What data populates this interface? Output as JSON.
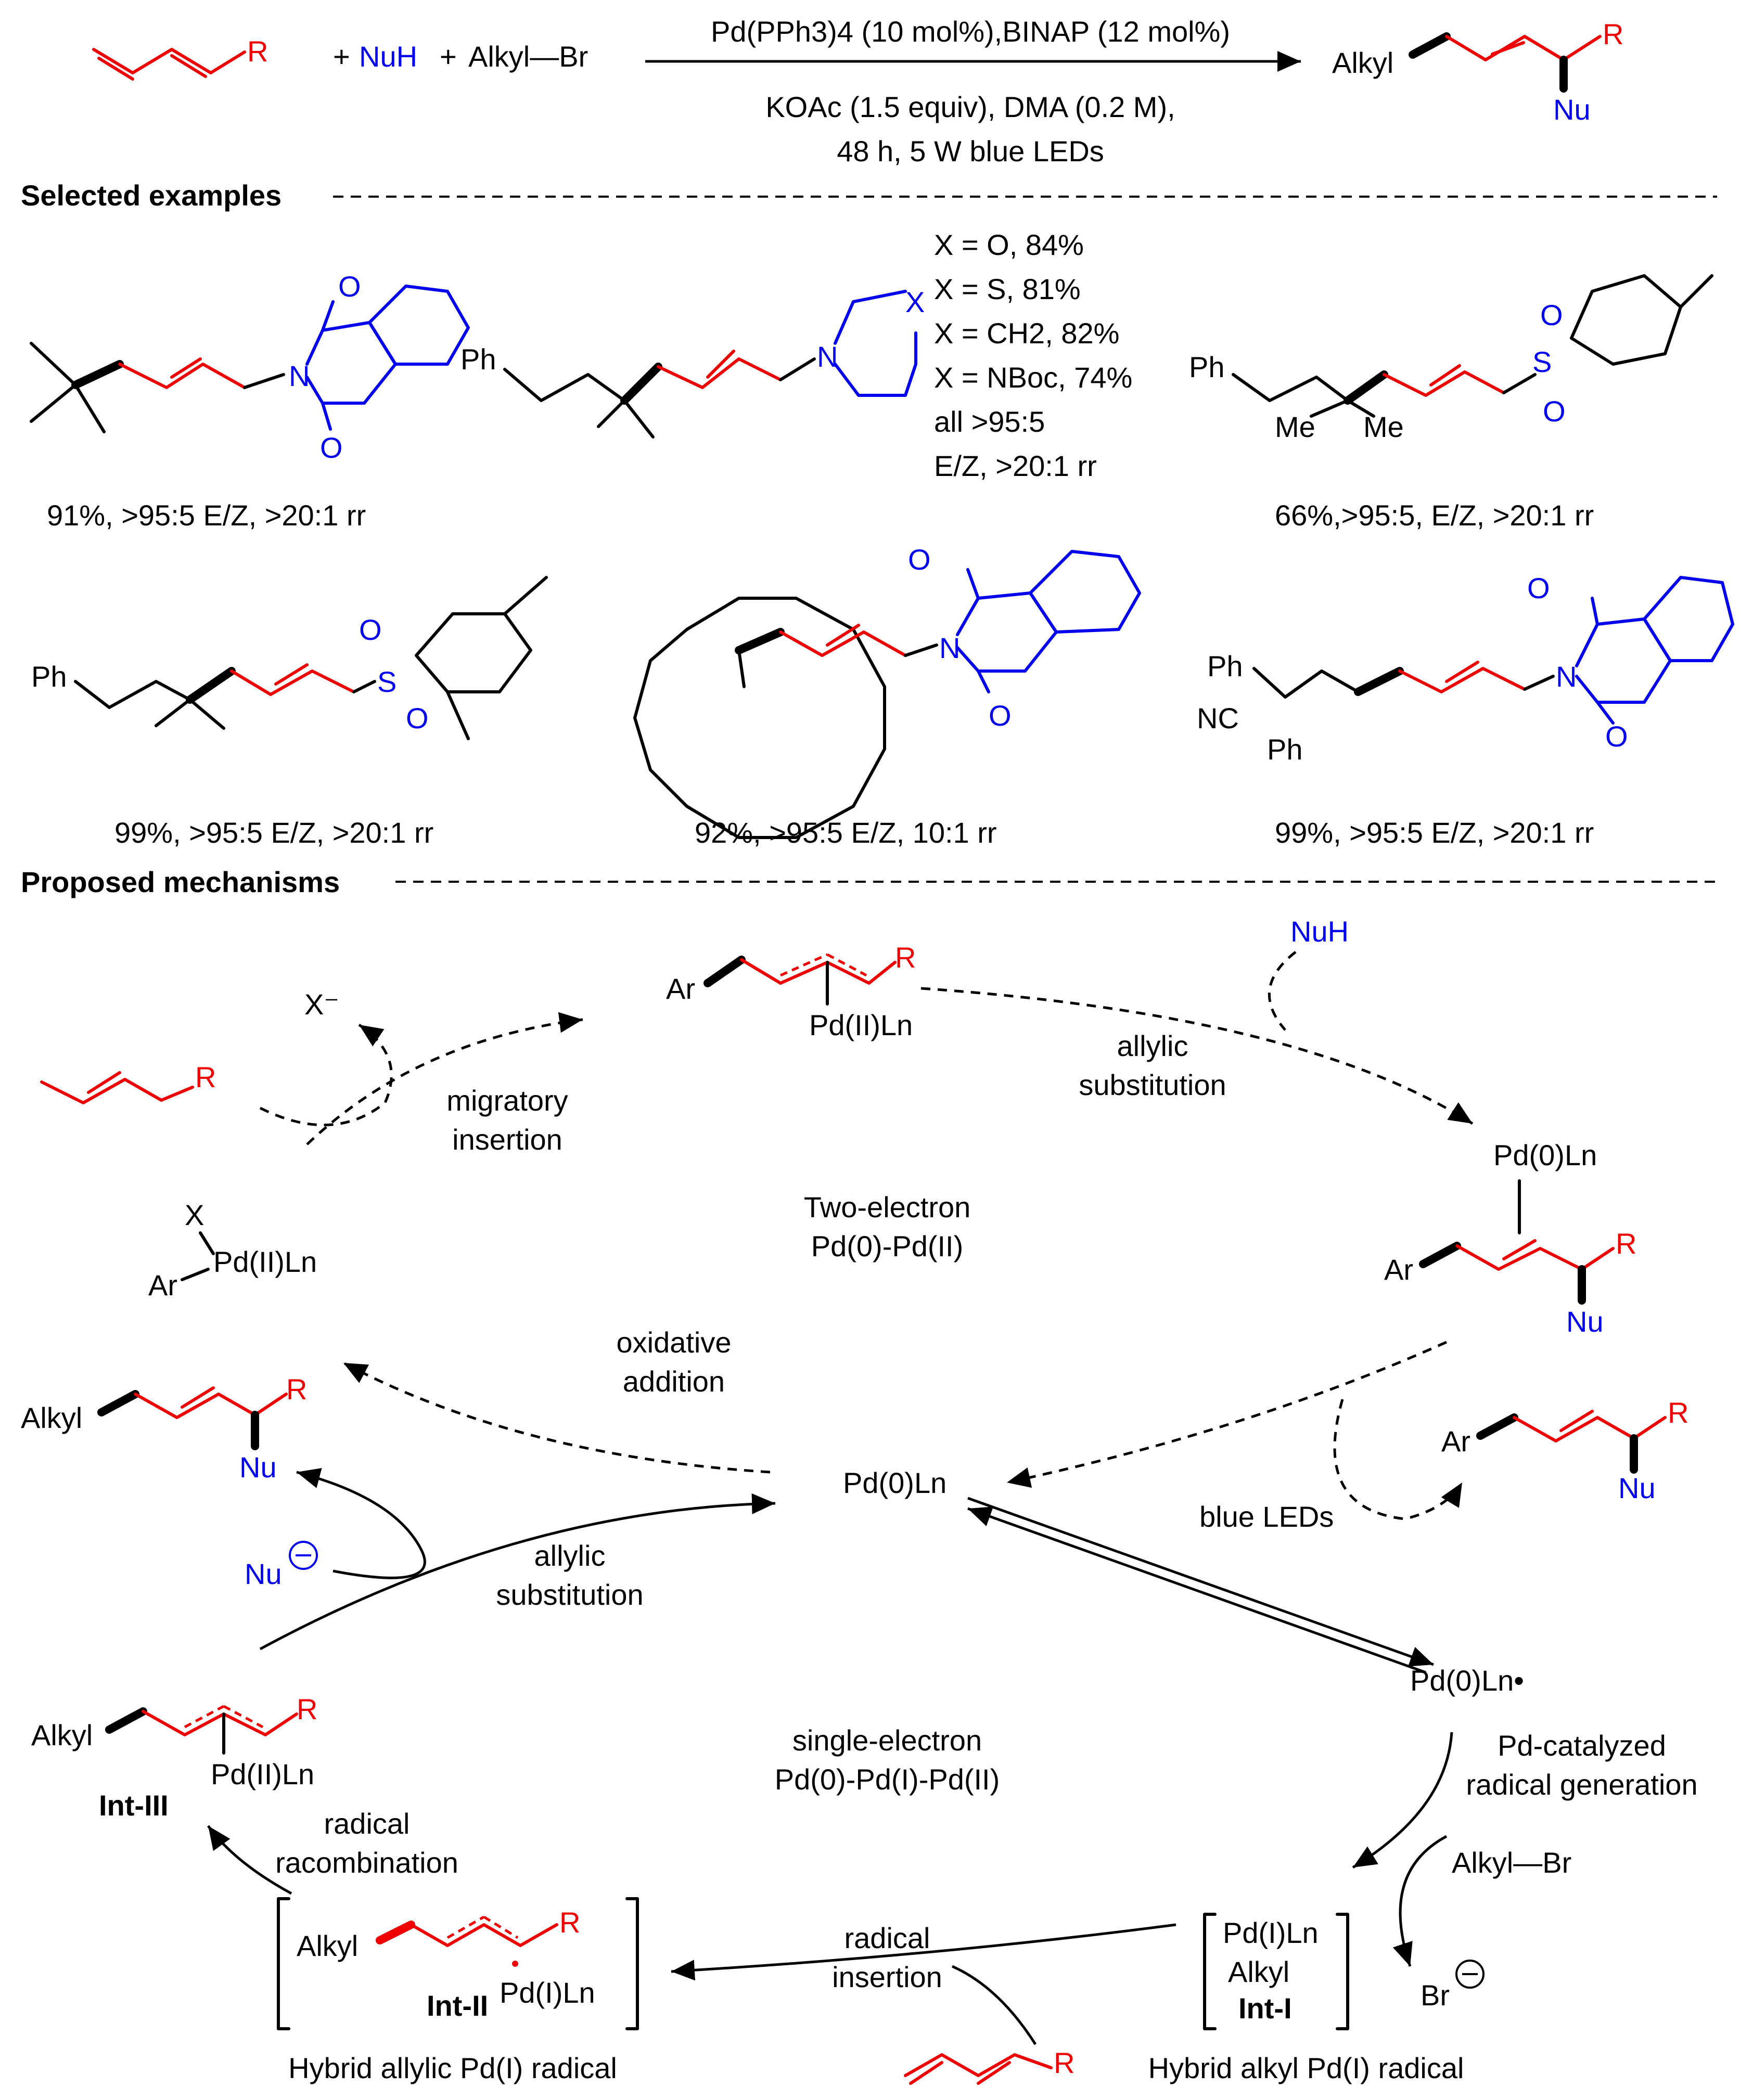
{
  "reaction": {
    "plus1": "+",
    "nuh": "NuH",
    "plus2": "+",
    "alkyl_br": "Alkyl—Br",
    "cond_line1": "Pd(PPh3)4 (10 mol%),BINAP (12 mol%)",
    "cond_line2": "KOAc (1.5 equiv), DMA (0.2 M),",
    "cond_line3": "48 h, 5 W blue LEDs",
    "r": "R",
    "product_alkyl": "Alkyl",
    "product_r": "R",
    "product_nu": "Nu"
  },
  "examples": {
    "header": "Selected examples",
    "ex1_yield": "91%, >95:5 E/Z, >20:1 rr",
    "ex2_notes": [
      "X = O, 84%",
      "X = S, 81%",
      "X = CH2, 82%",
      "X = NBoc, 74%",
      "all >95:5",
      "E/Z, >20:1 rr"
    ],
    "ex2_ph": "Ph",
    "ex2_n": "N",
    "ex2_x": "X",
    "ex3_ph": "Ph",
    "ex3_me1": "Me",
    "ex3_me2": "Me",
    "ex3_s": "S",
    "ex3_o1": "O",
    "ex3_o2": "O",
    "ex3_yield": "66%,>95:5, E/Z, >20:1 rr",
    "ex4_ph": "Ph",
    "ex4_s": "S",
    "ex4_o1": "O",
    "ex4_o2": "O",
    "ex4_yield": "99%, >95:5 E/Z, >20:1 rr",
    "ex5_yield": "92%, >95:5 E/Z, 10:1 rr",
    "ex6_ph1": "Ph",
    "ex6_nc": "NC",
    "ex6_ph2": "Ph",
    "ex6_yield": "99%, >95:5 E/Z, >20:1 rr",
    "phth_n": "N",
    "phth_o": "O"
  },
  "mechanism": {
    "header": "Proposed mechanisms",
    "x_minus": "X⁻",
    "ar_allyl_ar": "Ar",
    "ar_allyl_r": "R",
    "ar_allyl_pd": "Pd(II)Ln",
    "nuh": "NuH",
    "allylic_sub_top": [
      "allylic",
      "substitution"
    ],
    "alkene_r": "R",
    "migratory": [
      "migratory",
      "insertion"
    ],
    "pd0_complex": "Pd(0)Ln",
    "complex_ar": "Ar",
    "complex_r": "R",
    "complex_nu": "Nu",
    "two_electron": [
      "Two-electron",
      "Pd(0)-Pd(II)"
    ],
    "arpdx_x": "X",
    "arpdx_ar": "Ar",
    "arpdx_pd": "Pd(II)Ln",
    "oxidative": [
      "oxidative",
      "addition"
    ],
    "left_product_alkyl": "Alkyl",
    "left_product_r": "R",
    "left_product_nu": "Nu",
    "pd0_center": "Pd(0)Ln",
    "right_product_ar": "Ar",
    "right_product_r": "R",
    "right_product_nu": "Nu",
    "nu_anion": "Nu",
    "allylic_sub_bottom": [
      "allylic",
      "substitution"
    ],
    "blue_leds": "blue LEDs",
    "pd0_excited": "Pd(0)Ln•",
    "int3_alkyl": "Alkyl",
    "int3_r": "R",
    "int3_pd": "Pd(II)Ln",
    "int3_label": "Int-III",
    "single_electron": [
      "single-electron",
      "Pd(0)-Pd(I)-Pd(II)"
    ],
    "pd_radical_gen": [
      "Pd-catalyzed",
      "radical generation"
    ],
    "radical_recomb": [
      "radical",
      "racombination"
    ],
    "alkyl_br": "Alkyl—Br",
    "int2_alkyl": "Alkyl",
    "int2_r": "R",
    "int2_pd": "Pd(I)Ln",
    "int2_label": "Int-II",
    "radical_insertion": [
      "radical",
      "insertion"
    ],
    "int1_pd": "Pd(I)Ln",
    "int1_alkyl": "Alkyl",
    "int1_label": "Int-I",
    "br_minus": "Br",
    "hybrid_allylic": "Hybrid allylic Pd(I) radical",
    "diene_r": "R",
    "hybrid_alkyl": "Hybrid alkyl Pd(I) radical"
  }
}
